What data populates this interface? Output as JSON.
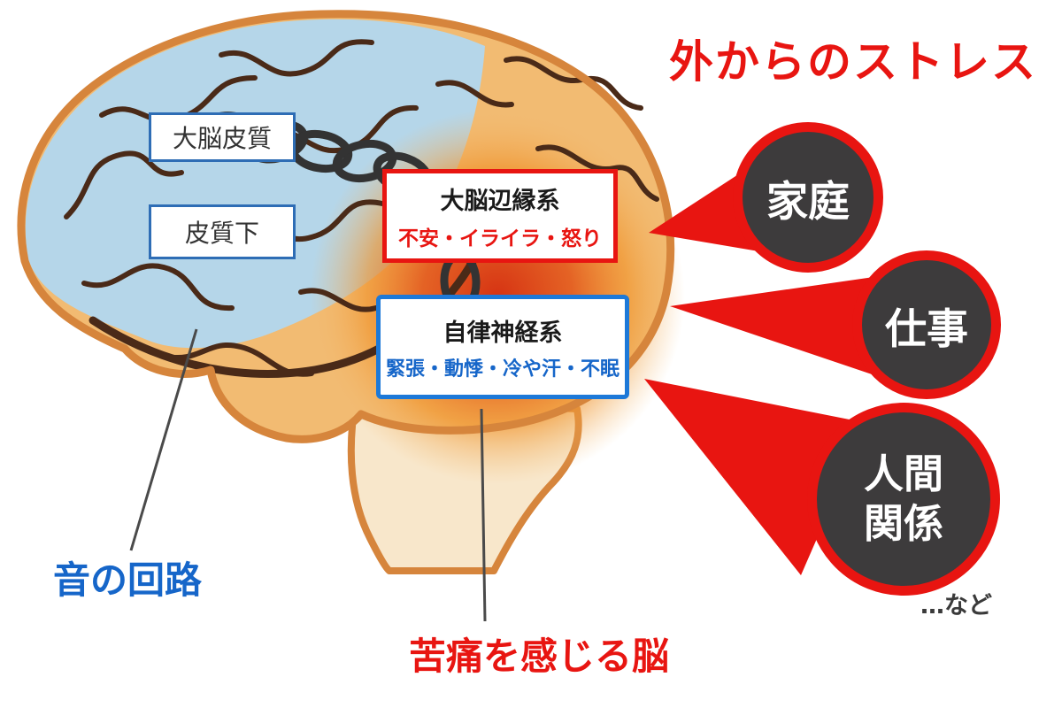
{
  "title": "外からのストレス",
  "brain": {
    "cortex_label": "大脳皮質",
    "subcortex_label": "皮質下",
    "limbic": {
      "title": "大脳辺縁系",
      "symptoms": "不安・イライラ・怒り"
    },
    "autonomic": {
      "title": "自律神経系",
      "symptoms": "緊張・動悸・冷や汗・不眠"
    }
  },
  "stressors": [
    {
      "label": "家庭"
    },
    {
      "label": "仕事"
    },
    {
      "label": "人間関係"
    }
  ],
  "etc_label": "…など",
  "sound_circuit_label": "音の回路",
  "pain_label": "苦痛を感じる脳",
  "colors": {
    "accent_red": "#e81511",
    "accent_blue": "#1666c9",
    "circle_fill": "#3d3b3c",
    "brain_blue": "#b5d6e9",
    "brain_orange": "#f2bb72",
    "brain_outline": "#d6853c",
    "glow_red": "#d63313"
  }
}
